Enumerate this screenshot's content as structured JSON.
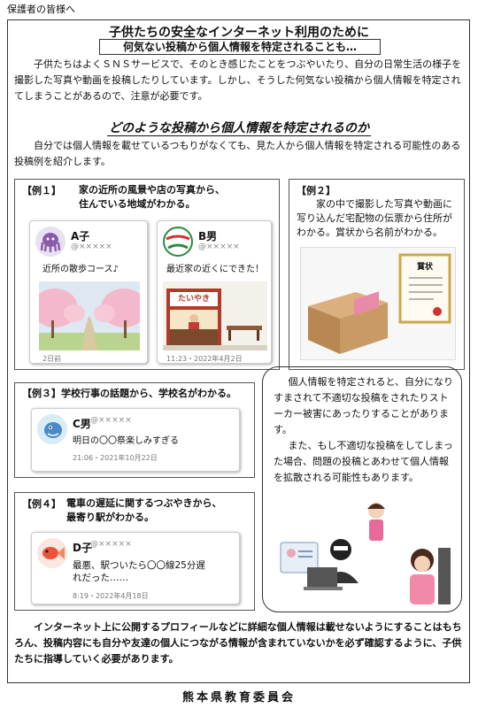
{
  "header": "保護者の皆様へ",
  "title": "子供たちの安全なインターネット利用のために",
  "section1": {
    "heading": "何気ない投稿から個人情報を特定されることも…",
    "text": "子供たちはよくＳＮＳサービスで、そのとき感じたことをつぶやいたり、自分の日常生活の様子を撮影した写真や動画を投稿したりしています。しかし、そうした何気ない投稿から個人情報を特定されてしまうことがあるので、注意が必要です。"
  },
  "section2": {
    "heading": "どのような投稿から個人情報を特定されるのか",
    "text": "自分では個人情報を載せているつもりがなくても、見た人から個人情報を特定される可能性のある投稿例を紹介します。"
  },
  "example1": {
    "label": "【例１】",
    "desc_line1": "家の近所の風景や店の写真から、",
    "desc_line2": "住んでいる地域がわかる。",
    "cardA": {
      "name": "A子",
      "handle": "@×××××",
      "text": "近所の散歩コース♪",
      "time": "2日前"
    },
    "cardB": {
      "name": "B男",
      "handle": "@×××××",
      "text": "最近家の近くにできた！",
      "time": "11:23・2022年4月2日",
      "shop_sign": "たいやき"
    }
  },
  "example2": {
    "label": "【例２】",
    "desc": "家の中で撮影した写真や動画に写り込んだ宅配物の伝票から住所がわかる。賞状から名前がわかる。",
    "certificate_title": "賞状"
  },
  "example3": {
    "label": "【例３】",
    "desc": "学校行事の話題から、学校名がわかる。",
    "cardC": {
      "name": "C男",
      "handle": "@×××××",
      "text": "明日の〇〇祭楽しみすぎる",
      "time": "21:06・2021年10月22日"
    }
  },
  "example4": {
    "label": "【例４】",
    "desc_line1": "電車の遅延に関するつぶやきから、",
    "desc_line2": "最寄り駅がわかる。",
    "cardD": {
      "name": "D子",
      "handle": "@×××××",
      "text": "最悪、駅ついたら〇〇線25分遅れだった……",
      "time": "8:19・2022年4月18日"
    }
  },
  "note": {
    "para1": "個人情報を特定されると、自分になりすまされて不適切な投稿をされたりストーカー被害にあったりすることがあります。",
    "para2": "また、もし不適切な投稿をしてしまった場合、問題の投稿とあわせて個人情報を拡散される可能性もあります。"
  },
  "footer": "インターネット上に公開するプロフィールなどに詳細な個人情報は載せないようにすることはもちろん、投稿内容にも自分や友達の個人につながる情報が含まれていないかを必ず確認するように、子供たちに指導していく必要があります。",
  "organization": "熊本県教育委員会",
  "colors": {
    "sakura": "#f3b8cc",
    "path": "#d9c9a0",
    "sky": "#dde8f2",
    "box": "#c89a66",
    "slip": "#e88aa8"
  }
}
